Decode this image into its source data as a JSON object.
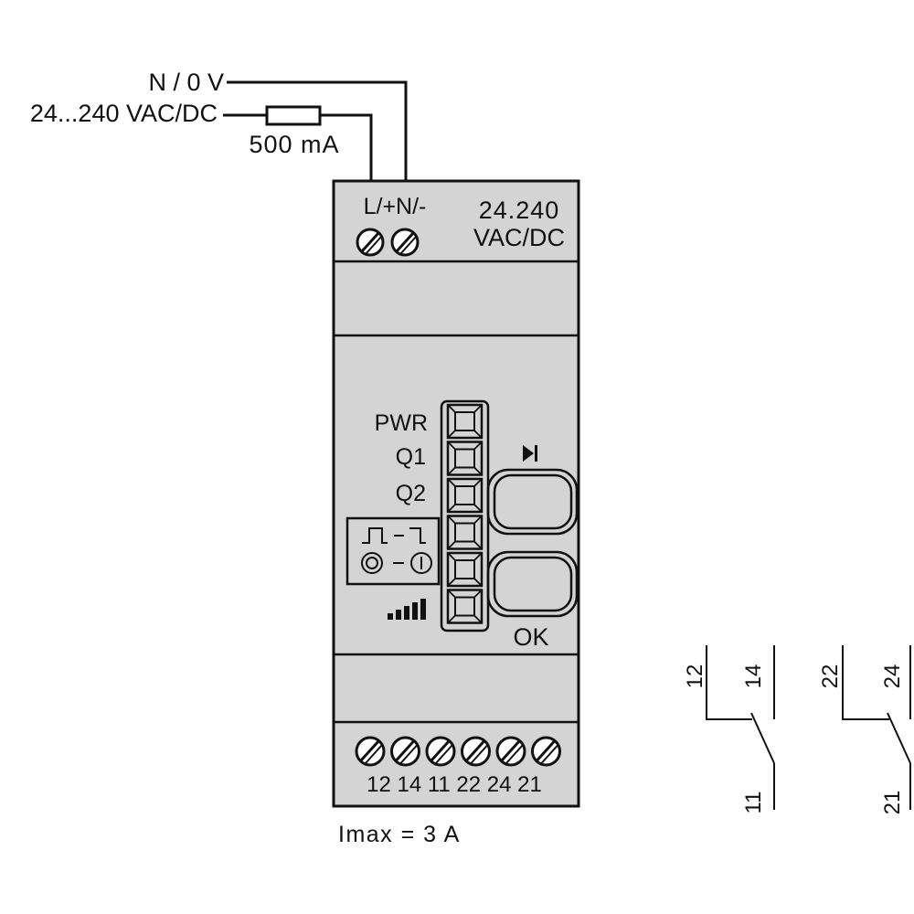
{
  "supply": {
    "neutral_label": "N / 0 V",
    "line_label": "24...240 VAC/DC",
    "fuse_label": "500 mA"
  },
  "device": {
    "power_terminal_labels": "L/+N/-",
    "voltage_line1": "24.240",
    "voltage_line2": "VAC/DC",
    "leds": [
      "PWR",
      "Q1",
      "Q2"
    ],
    "ok_label": "OK",
    "output_terminals": "12 14 11 22 24 21",
    "imax_label": "Imax = 3 A"
  },
  "contacts": [
    {
      "nc": "12",
      "no": "14",
      "common": "11"
    },
    {
      "nc": "22",
      "no": "24",
      "common": "21"
    }
  ],
  "colors": {
    "housing": "#d4d4d4",
    "stroke": "#111111",
    "background": "#ffffff"
  }
}
